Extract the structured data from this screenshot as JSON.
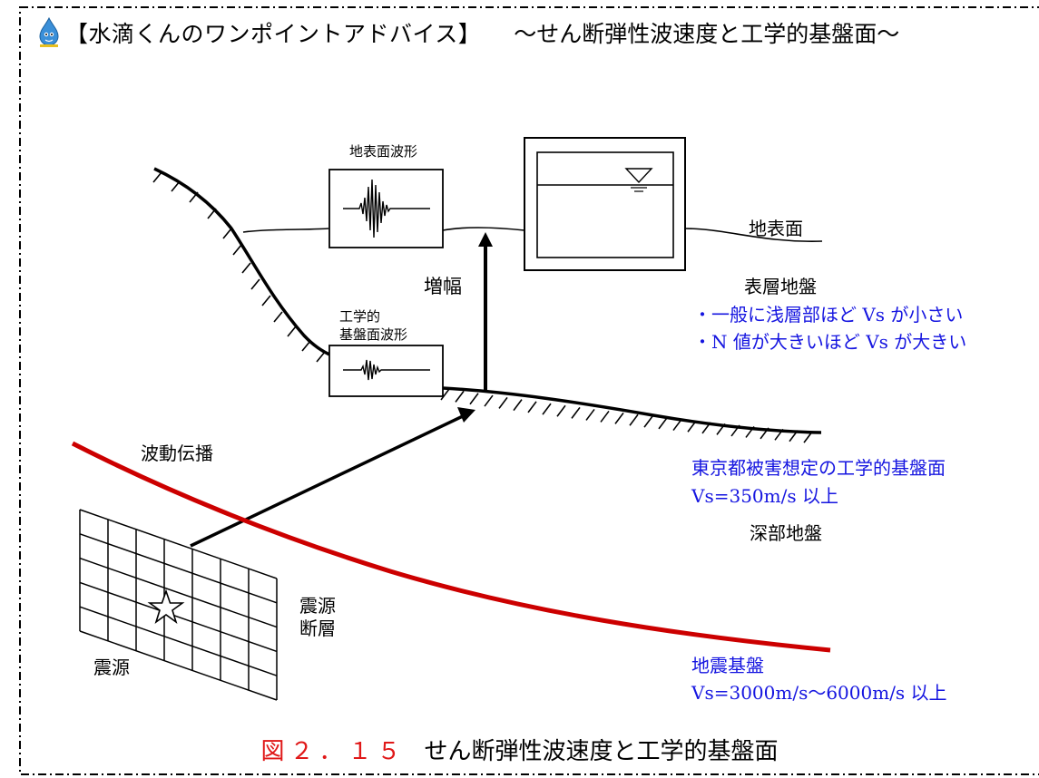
{
  "header": {
    "icon": "water-drop-mascot-icon",
    "title": "【水滴くんのワンポイントアドバイス】",
    "subtitle": "～せん断弾性波速度と工学的基盤面～"
  },
  "diagram": {
    "surface_wave_label": "地表面波形",
    "ground_surface_label": "地表面",
    "amplification_label": "増幅",
    "eng_base_wave_label_line1": "工学的",
    "eng_base_wave_label_line2": "基盤面波形",
    "surface_layer_label": "表層地盤",
    "surface_layer_note1": "・一般に浅層部ほど Vs が小さい",
    "surface_layer_note2": "・N 値が大きいほど Vs が大きい",
    "wave_propagation_label": "波動伝播",
    "tokyo_base_label": "東京都被害想定の工学的基盤面",
    "tokyo_base_vs": "Vs=350m/s 以上",
    "deep_ground_label": "深部地盤",
    "source_fault_label_line1": "震源",
    "source_fault_label_line2": "断層",
    "hypocenter_label": "震源",
    "bedrock_label": "地震基盤",
    "bedrock_vs": "Vs=3000m/s～6000m/s 以上"
  },
  "caption": {
    "number": "図２．１５",
    "text": "せん断弾性波速度と工学的基盤面"
  },
  "colors": {
    "bedrock_line": "#cc0000",
    "blue_text": "#1515e0",
    "caption_number": "#e01818",
    "frame": "#000000"
  }
}
